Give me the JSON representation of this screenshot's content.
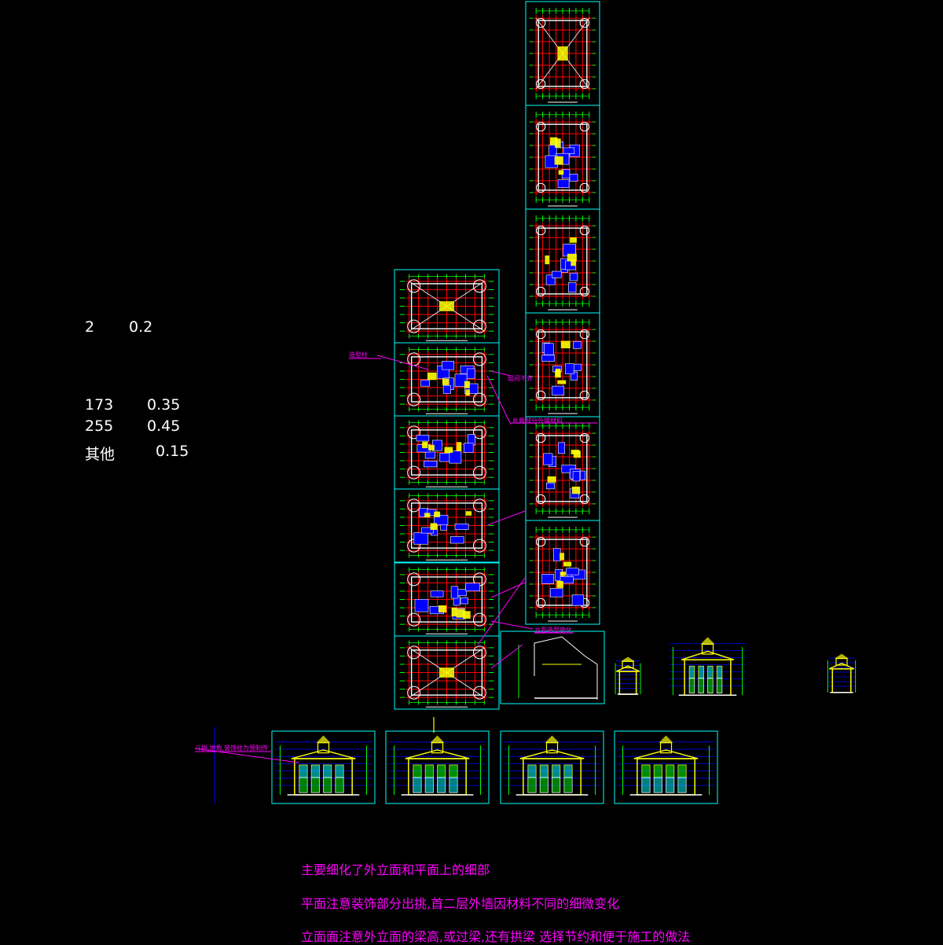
{
  "legend": {
    "rows": [
      {
        "key": "2",
        "value": "0.2"
      },
      {
        "key": "173",
        "value": "0.35"
      },
      {
        "key": "255",
        "value": "0.45"
      },
      {
        "key": "其他",
        "value": "0.15"
      }
    ]
  },
  "callouts": {
    "c1": "造型柱",
    "c2": "层间不齐",
    "c3": "此两部分外墙材料",
    "c4": "立面造型变化",
    "c5": "斗拱,地角,装饰柱为预制件"
  },
  "notes": [
    "主要细化了外立面和平面上的细部",
    "平面注意装饰部分出挑,首二层外墙因材料不同的细微变化",
    "立面面注意外立面的梁高,或过梁,还有拱梁  选择节约和便于施工的做法"
  ],
  "colors": {
    "background": "#000000",
    "frame": "#00ffff",
    "grid": "#ff0000",
    "annotation": "#ff00ff",
    "fill_blue": "#0000ff",
    "fill_yellow": "#ffff00",
    "line_green": "#00ff00",
    "text_white": "#ffffff"
  }
}
